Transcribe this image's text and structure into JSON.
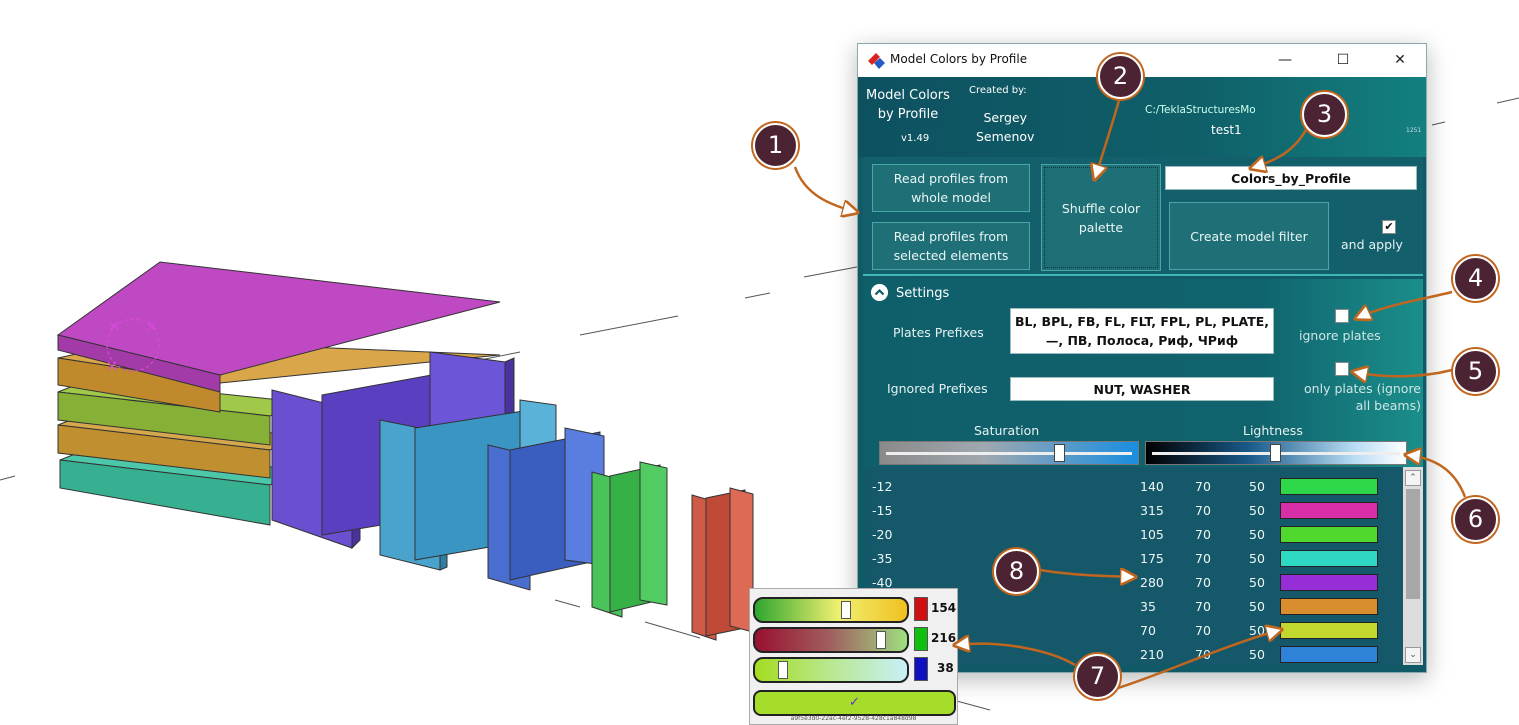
{
  "window": {
    "title": "Model Colors by Profile",
    "controls": [
      "minimize-icon",
      "maximize-icon",
      "close-icon"
    ],
    "icon": "tekla-logo-icon"
  },
  "header": {
    "app_name_line1": "Model Colors",
    "app_name_line2": "by Profile",
    "version": "v1.49",
    "created_by_label": "Created by:",
    "author_line1": "Sergey",
    "author_line2": "Semenov",
    "model_path": "C:/TeklaStructuresModels/tes",
    "model_name": "test1",
    "build": "1251"
  },
  "actions": {
    "read_whole_line1": "Read profiles from",
    "read_whole_line2": "whole model",
    "read_selected_line1": "Read profiles from",
    "read_selected_line2": "selected elements",
    "shuffle_line1": "Shuffle color",
    "shuffle_line2": "palette",
    "filter_name": "Colors_by_Profile",
    "create_filter": "Create model filter",
    "and_apply": "and apply",
    "and_apply_checked": true
  },
  "settings": {
    "title": "Settings",
    "toggle_icon": "chevron-up-icon",
    "plates_prefixes_label": "Plates Prefixes",
    "plates_prefixes_line1": "BL, BPL, FB, FL, FLT, FPL, PL, PLATE,",
    "plates_prefixes_line2": "—, ПВ, Полоса, Риф, ЧРиф",
    "ignore_plates": "ignore plates",
    "ignore_plates_checked": false,
    "ignored_prefixes_label": "Ignored Prefixes",
    "ignored_prefixes_value": "NUT, WASHER",
    "only_plates_line1": "only plates (ignore",
    "only_plates_line2": "all beams)",
    "only_plates_checked": false,
    "saturation_label": "Saturation",
    "lightness_label": "Lightness",
    "saturation_value": 70,
    "lightness_value": 50
  },
  "profiles": [
    {
      "name": "-12",
      "hue": "140",
      "sat": "70",
      "light": "50",
      "color": "#2ed84a"
    },
    {
      "name": "-15",
      "hue": "315",
      "sat": "70",
      "light": "50",
      "color": "#d82ea8"
    },
    {
      "name": "-20",
      "hue": "105",
      "sat": "70",
      "light": "50",
      "color": "#50d82e"
    },
    {
      "name": "-35",
      "hue": "175",
      "sat": "70",
      "light": "50",
      "color": "#2ed8c3"
    },
    {
      "name": "-40",
      "hue": "280",
      "sat": "70",
      "light": "50",
      "color": "#962ed8"
    },
    {
      "name": "",
      "hue": "35",
      "sat": "70",
      "light": "50",
      "color": "#d88d2e"
    },
    {
      "name": "",
      "hue": "70",
      "sat": "70",
      "light": "50",
      "color": "#c3d82e"
    },
    {
      "name": "",
      "hue": "210",
      "sat": "70",
      "light": "50",
      "color": "#2e83d8"
    }
  ],
  "callouts": [
    "1",
    "2",
    "3",
    "4",
    "5",
    "6",
    "7",
    "8"
  ],
  "picker": {
    "r": "154",
    "g": "216",
    "b": "38",
    "r_fraction": 0.6,
    "g_fraction": 0.85,
    "b_fraction": 0.15,
    "ok_label": "✓",
    "id_text": "a9f5e3d0-22ac-4ef2-9528-428c1a848d98"
  },
  "colors": {
    "accent": "#0f5a66",
    "callout_fill": "#4b2332",
    "callout_arrow": "#c0661e"
  }
}
